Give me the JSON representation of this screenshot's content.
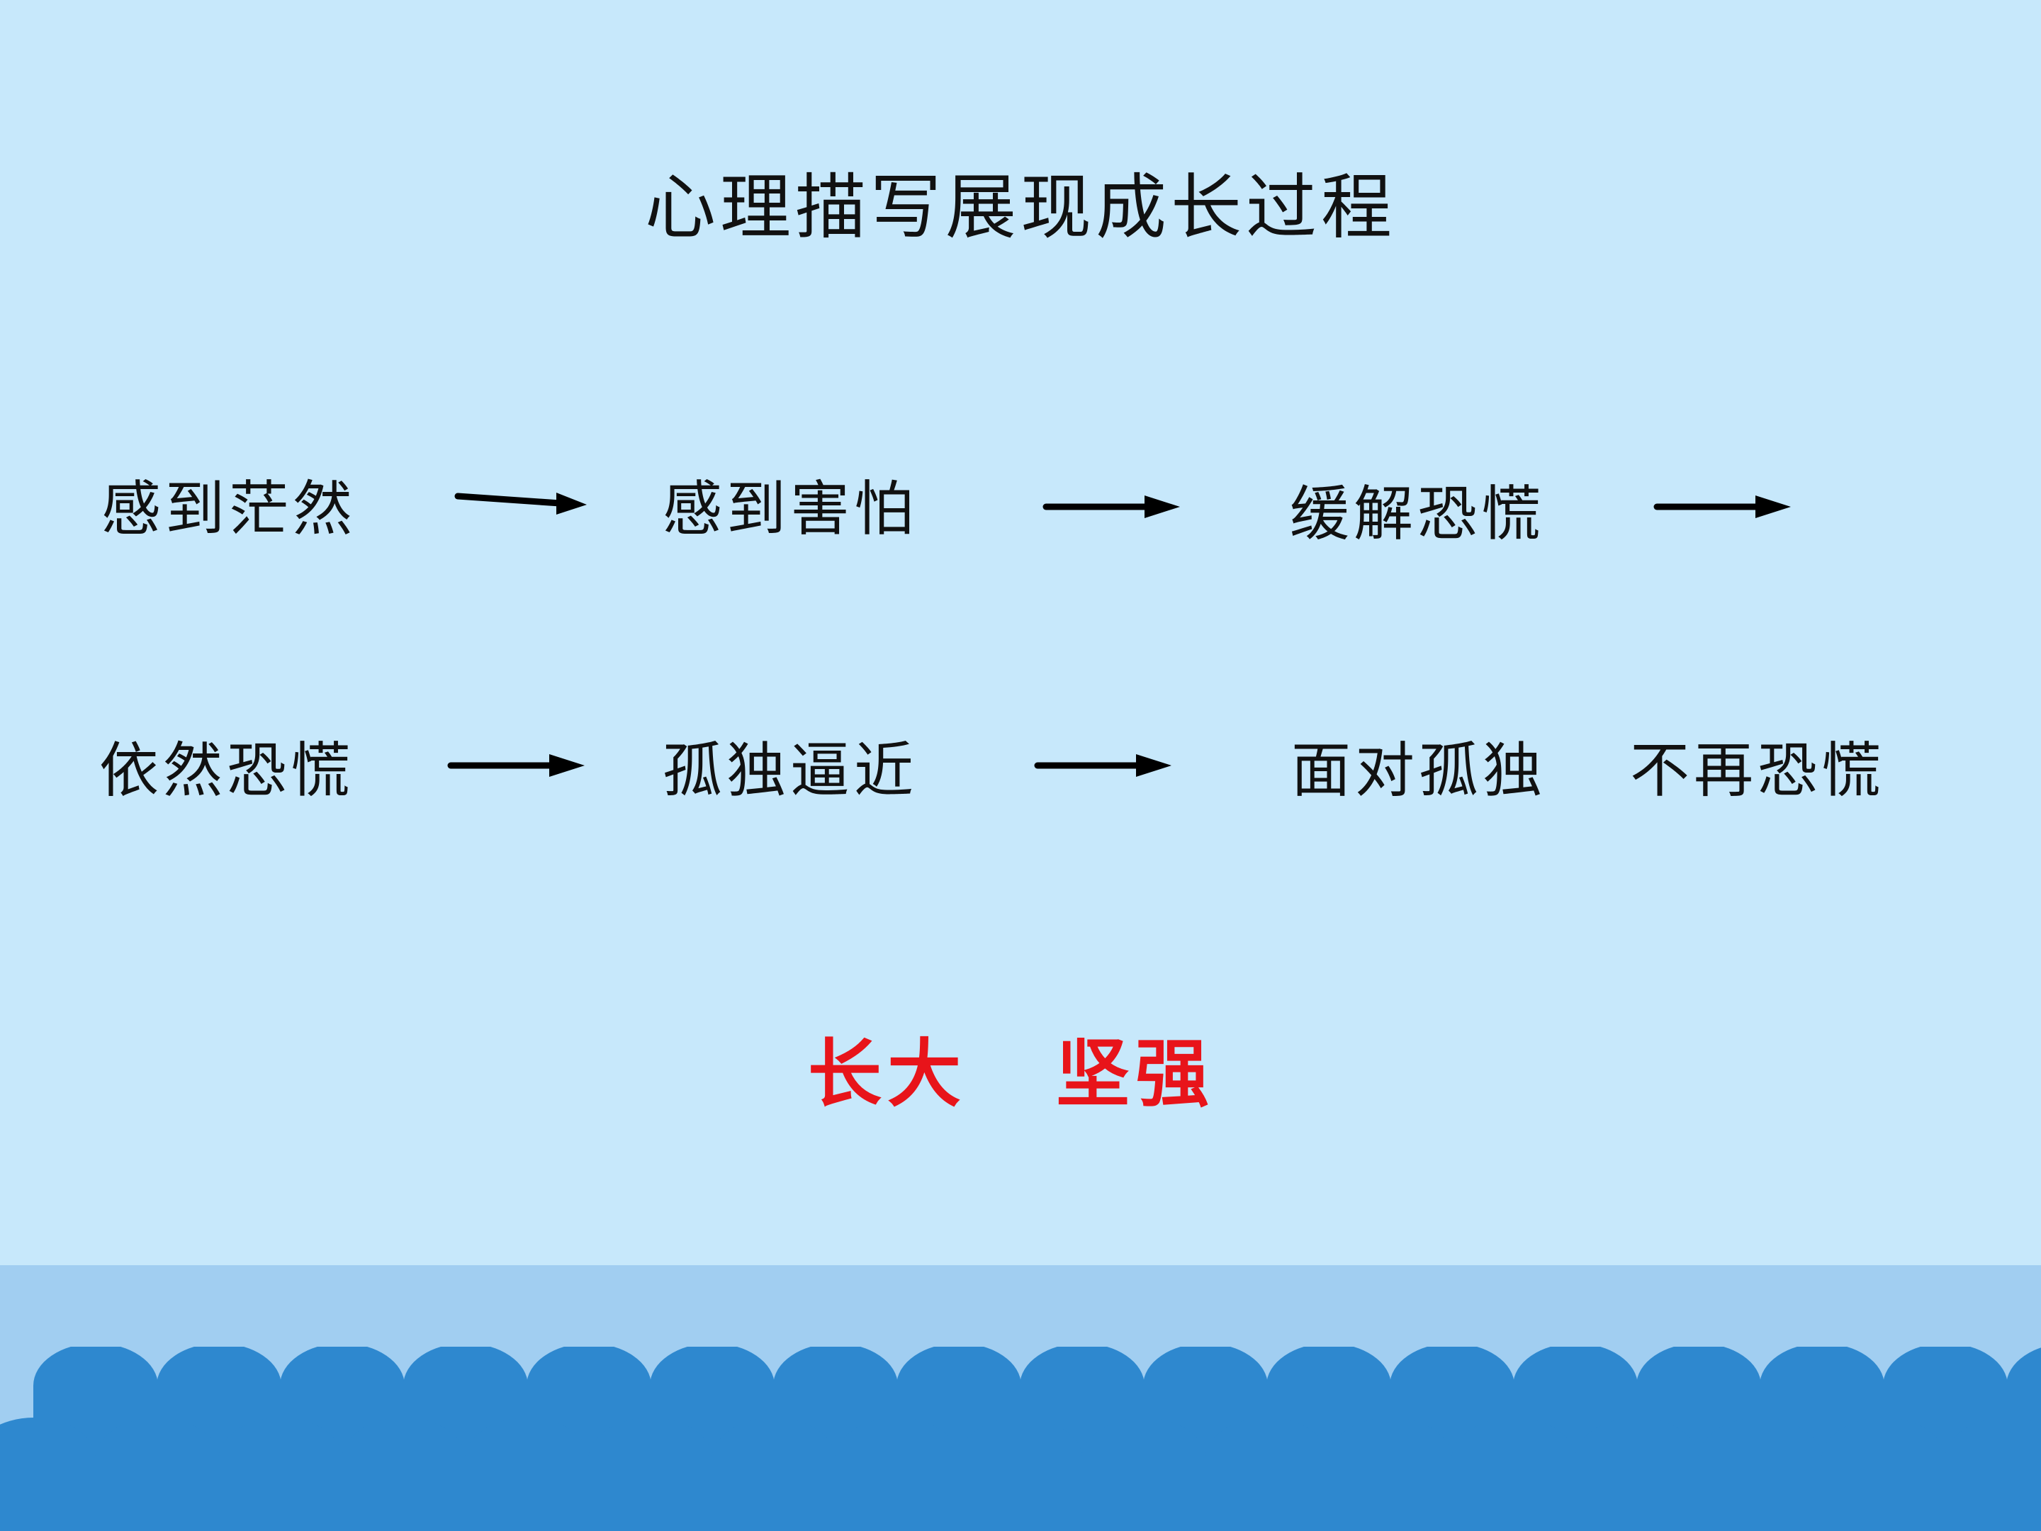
{
  "colors": {
    "background": "#C7E8FB",
    "band": "#A1CEF1",
    "wave": "#2E88CF",
    "text": "#111111",
    "conclusion": "#E8141A",
    "arrow": "#000000"
  },
  "title": "心理描写展现成长过程",
  "rows": [
    {
      "stages": [
        "感到茫然",
        "感到害怕",
        "缓解恐慌"
      ]
    },
    {
      "stages": [
        "依然恐慌",
        "孤独逼近",
        "面对孤独",
        "不再恐慌"
      ]
    }
  ],
  "conclusion": [
    "长大",
    "坚强"
  ]
}
